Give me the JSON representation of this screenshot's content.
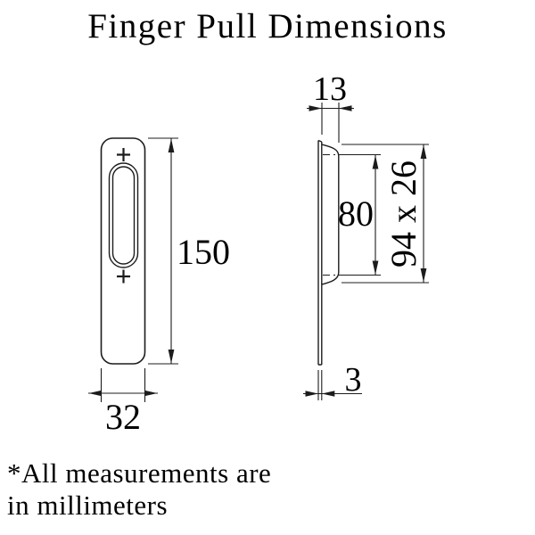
{
  "title": "Finger Pull Dimensions",
  "footnote": {
    "line1": "*All measurements are",
    "line2": "in millimeters"
  },
  "units": "millimeters",
  "views": {
    "front": {
      "label_height": "150",
      "label_width": "32"
    },
    "side": {
      "label_depth": "13",
      "label_recess_height": "80",
      "label_cutout": "94 x 26",
      "label_thickness": "3"
    }
  },
  "colors": {
    "line": "#1c1c1c",
    "text": "#000000",
    "background": "#ffffff"
  }
}
